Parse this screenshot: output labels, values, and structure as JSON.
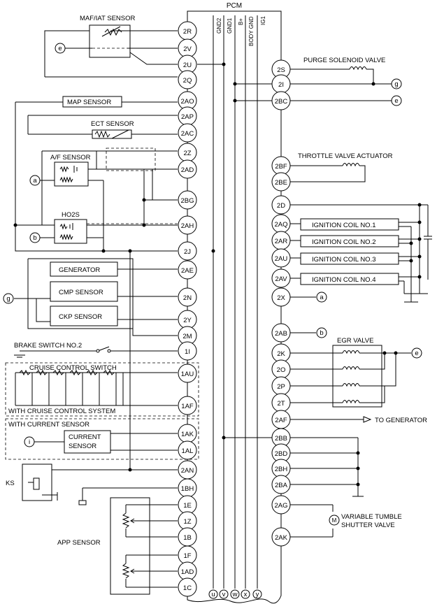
{
  "pcm": {
    "title": "PCM",
    "header_pins": [
      "GND2",
      "GND1",
      "B+",
      "BODY GND",
      "IG1"
    ],
    "bottom_pins": [
      "u",
      "v",
      "w",
      "x",
      "y"
    ],
    "left_pins": [
      "2R",
      "2V",
      "2U",
      "2Q",
      "2AO",
      "2AP",
      "2AC",
      "2Z",
      "2AD",
      "2BG",
      "2AH",
      "2J",
      "2AE",
      "2N",
      "2Y",
      "2M",
      "1I",
      "1AU",
      "1AF",
      "1AK",
      "1AL",
      "2AN",
      "1BH",
      "1E",
      "1Z",
      "1B",
      "1F",
      "1AD",
      "1C"
    ],
    "right_pins": [
      "2S",
      "2I",
      "2BC",
      "2BF",
      "2BE",
      "2D",
      "2AQ",
      "2AR",
      "2AU",
      "2AV",
      "2X",
      "2AB",
      "2K",
      "2O",
      "2P",
      "2T",
      "2AF",
      "2BB",
      "2BD",
      "2BH",
      "2BA",
      "2AG",
      "2AK"
    ]
  },
  "components": {
    "maf_iat": "MAF/IAT SENSOR",
    "map": "MAP SENSOR",
    "ect": "ECT SENSOR",
    "af": "A/F SENSOR",
    "ho2s": "HO2S",
    "generator": "GENERATOR",
    "cmp": "CMP SENSOR",
    "ckp": "CKP SENSOR",
    "brake": "BRAKE SWITCH NO.2",
    "cruise": "CRUISE CONTROL SWITCH",
    "cruise_group": "WITH CRUISE CONTROL SYSTEM",
    "current_group": "WITH CURRENT SENSOR",
    "current_1": "CURRENT",
    "current_2": "SENSOR",
    "ks": "KS",
    "app": "APP SENSOR",
    "purge": "PURGE SOLENOID VALVE",
    "throttle": "THROTTLE VALVE ACTUATOR",
    "coil1": "IGNITION COIL NO.1",
    "coil2": "IGNITION COIL NO.2",
    "coil3": "IGNITION COIL NO.3",
    "coil4": "IGNITION COIL NO.4",
    "egr": "EGR VALVE",
    "to_generator": "TO GENERATOR",
    "tumble_1": "VARIABLE TUMBLE",
    "tumble_2": "SHUTTER VALVE"
  },
  "connectors": [
    "e",
    "a",
    "b",
    "g",
    "i",
    "g",
    "e",
    "a",
    "b",
    "e"
  ]
}
